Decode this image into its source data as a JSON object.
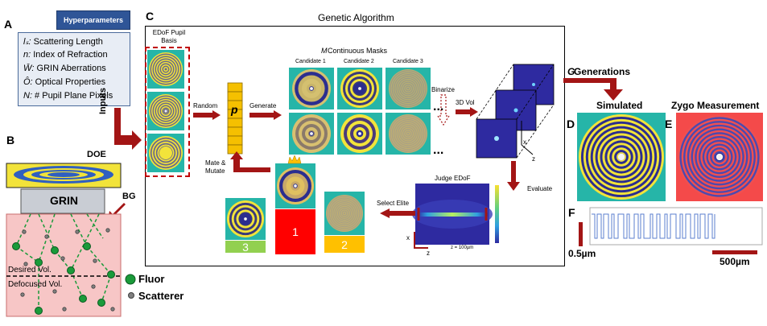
{
  "panels": {
    "a": "A",
    "b": "B",
    "c": "C",
    "d": "D",
    "e": "E",
    "f": "F"
  },
  "hyperparameters": {
    "title": "Hyperparameters",
    "items": [
      {
        "symbol": "lₛ:",
        "text": " Scattering Length"
      },
      {
        "symbol": "n:",
        "text": " Index of Refraction"
      },
      {
        "symbol": "W̄:",
        "text": " GRIN Aberrations"
      },
      {
        "symbol": "Ô:",
        "text": " Optical Properties"
      },
      {
        "symbol": "N:",
        "text": " # Pupil Plane Pixels"
      }
    ],
    "inputs_label": "Inputs"
  },
  "setup": {
    "doe": "DOE",
    "grin": "GRIN",
    "bg": "BG",
    "desired": "Desired Vol.",
    "defocused": "Defocused Vol.",
    "legend_fluor": "Fluor",
    "legend_scatterer": "Scatterer"
  },
  "ga": {
    "title": "Genetic Algorithm",
    "basis_title": "EDoF Pupil\nBasis",
    "random": "Random",
    "p_symbol": "p",
    "generate": "Generate",
    "masks_title_m": "M",
    "masks_title": " Continuous  Masks",
    "candidates": [
      "Candidate  1",
      "Candidate  2",
      "Candidate  3"
    ],
    "ellipsis": "...",
    "binarize": "Binarize",
    "vol3d": "3D Vol",
    "axis_x": "x",
    "axis_z": "z",
    "evaluate": "Evaluate",
    "judge": "Judge EDoF",
    "z_scale": "z = 100µm",
    "select_elite": "Select Elite",
    "mate": "Mate &\nMutate",
    "ranks": [
      "1",
      "2",
      "3"
    ],
    "rank_colors": {
      "first": "#ff0000",
      "second": "#ffc000",
      "third": "#92d050"
    }
  },
  "right": {
    "generations_g": "G",
    "generations": " Generations",
    "simulated": "Simulated",
    "zygo": "Zygo Measurement",
    "scale_v": "0.5µm",
    "scale_h": "500µm"
  },
  "colors": {
    "teal": "#26b5a8",
    "yellow": "#f2e33a",
    "navy": "#2b2d8f",
    "arrow": "#a31515"
  }
}
